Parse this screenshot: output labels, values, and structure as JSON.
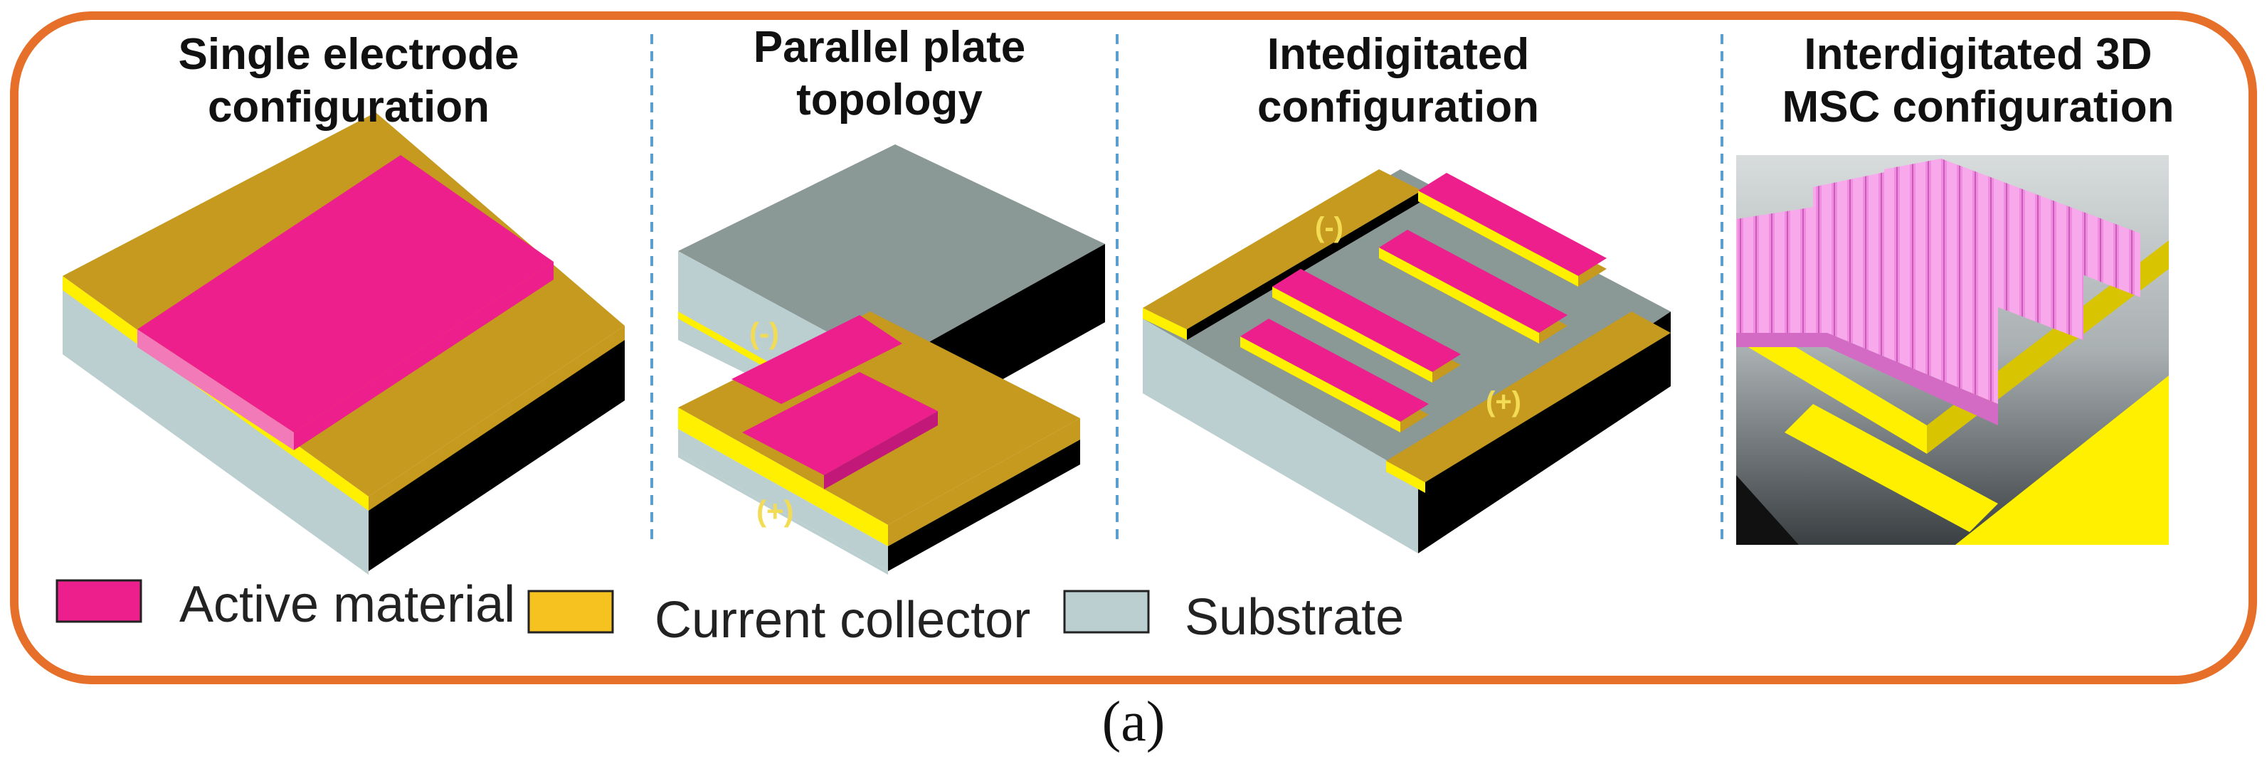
{
  "panels": [
    {
      "title_line1": "Single electrode",
      "title_line2": "configuration"
    },
    {
      "title_line1": "Parallel plate",
      "title_line2": "topology",
      "neg_label": "(-)",
      "pos_label": "(+)"
    },
    {
      "title_line1": "Intedigitated",
      "title_line2": "configuration",
      "neg_label": "(-)",
      "pos_label": "(+)"
    },
    {
      "title_line1": "Interdigitated 3D",
      "title_line2": "MSC configuration"
    }
  ],
  "legend": [
    {
      "label": "Active material",
      "color": "#ec1f8c"
    },
    {
      "label": "Current collector",
      "color": "#f5c220"
    },
    {
      "label": "Substrate",
      "color": "#bccfd0"
    }
  ],
  "caption": "(a)",
  "colors": {
    "frame": "#e6702a",
    "divider": "#5a9fd0",
    "active": "#ec1f8c",
    "collector": "#c59a1e",
    "collector_edge": "#fff000",
    "substrate_front": "#bccfd0",
    "substrate_side": "#000000",
    "cap_top": "#8a9896"
  }
}
